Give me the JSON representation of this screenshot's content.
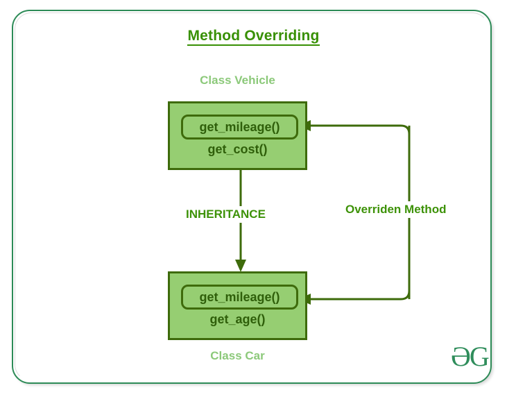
{
  "diagram": {
    "title": "Method Overriding",
    "colors": {
      "frame_border": "#2d8b57",
      "title_green": "#389004",
      "box_fill": "#96ce72",
      "box_border": "#3e6b0b",
      "method_text": "#2f5f0a",
      "caption_green": "#8cc97a",
      "label_green": "#3d9208",
      "logo_green": "#2f8d5b",
      "background": "#ffffff"
    },
    "classes": [
      {
        "id": "vehicle",
        "caption": "Class Vehicle",
        "caption_position": "above",
        "overridden_method": "get_mileage()",
        "plain_method": "get_cost()"
      },
      {
        "id": "car",
        "caption": "Class Car",
        "caption_position": "below",
        "overridden_method": "get_mileage()",
        "plain_method": "get_age()"
      }
    ],
    "edges": [
      {
        "id": "inheritance",
        "label": "INHERITANCE",
        "from": "vehicle",
        "to": "car",
        "direction": "down",
        "style": "straight-arrow"
      },
      {
        "id": "overriden",
        "label": "Overriden Method",
        "from": "car.get_mileage()",
        "to": "vehicle.get_mileage()",
        "direction": "right-side-bracket",
        "style": "rounded-elbow-double-arrow"
      }
    ],
    "logo": {
      "name": "geeksforgeeks-logo",
      "text": "ƏG"
    }
  }
}
